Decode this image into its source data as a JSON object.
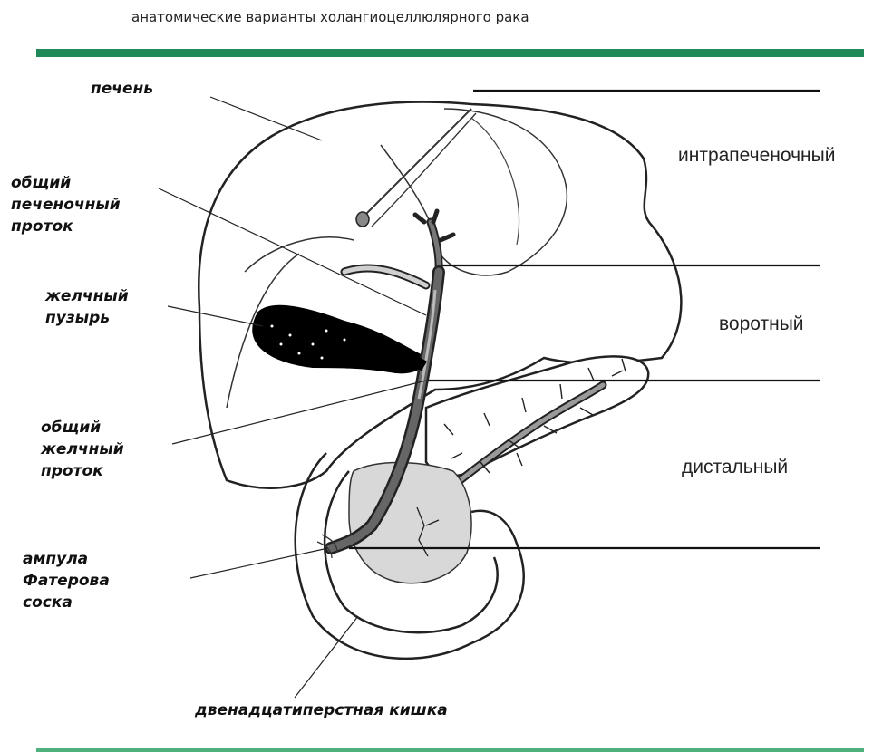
{
  "title": "анатомические варианты холангиоцеллюлярного рака",
  "labels": {
    "liver": "печень",
    "common_hepatic_duct": [
      "общий",
      "печеночный",
      "проток"
    ],
    "gallbladder": [
      "желчный",
      "пузырь"
    ],
    "common_bile_duct": [
      "общий",
      "желчный",
      "проток"
    ],
    "ampulla": [
      "ампула",
      "Фатерова",
      "соска"
    ],
    "duodenum": "двенадцатиперстная кишка"
  },
  "zones": {
    "intrahepatic": "интрапеченочный",
    "hilar": "воротный",
    "distal": "дистальный"
  },
  "colors": {
    "accent_bar": "#1f8a57"
  }
}
